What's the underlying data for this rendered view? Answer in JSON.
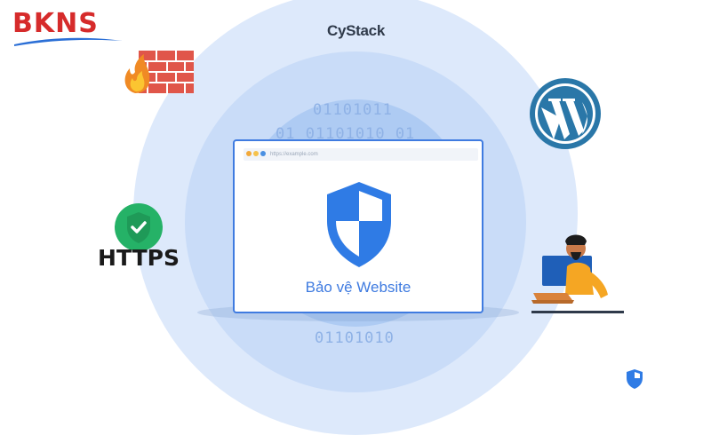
{
  "brand": {
    "name": "BKNS"
  },
  "partner": {
    "name": "CyStack"
  },
  "browser": {
    "url": "https://example.com",
    "title": "Bảo vệ Website"
  },
  "badges": {
    "https": "HTTPS"
  },
  "background": {
    "binary_rows": [
      "01101011",
      "01 01101010 01",
      "01101010"
    ]
  },
  "icons": [
    "firewall-icon",
    "wordpress-icon",
    "https-shield-icon",
    "developer-illustration",
    "shield-check-icon",
    "small-shield-icon"
  ],
  "colors": {
    "brand_red": "#d62b2b",
    "brand_blue": "#2b6fd6",
    "shield_blue": "#2f7be5",
    "accent_green": "#25b267"
  }
}
